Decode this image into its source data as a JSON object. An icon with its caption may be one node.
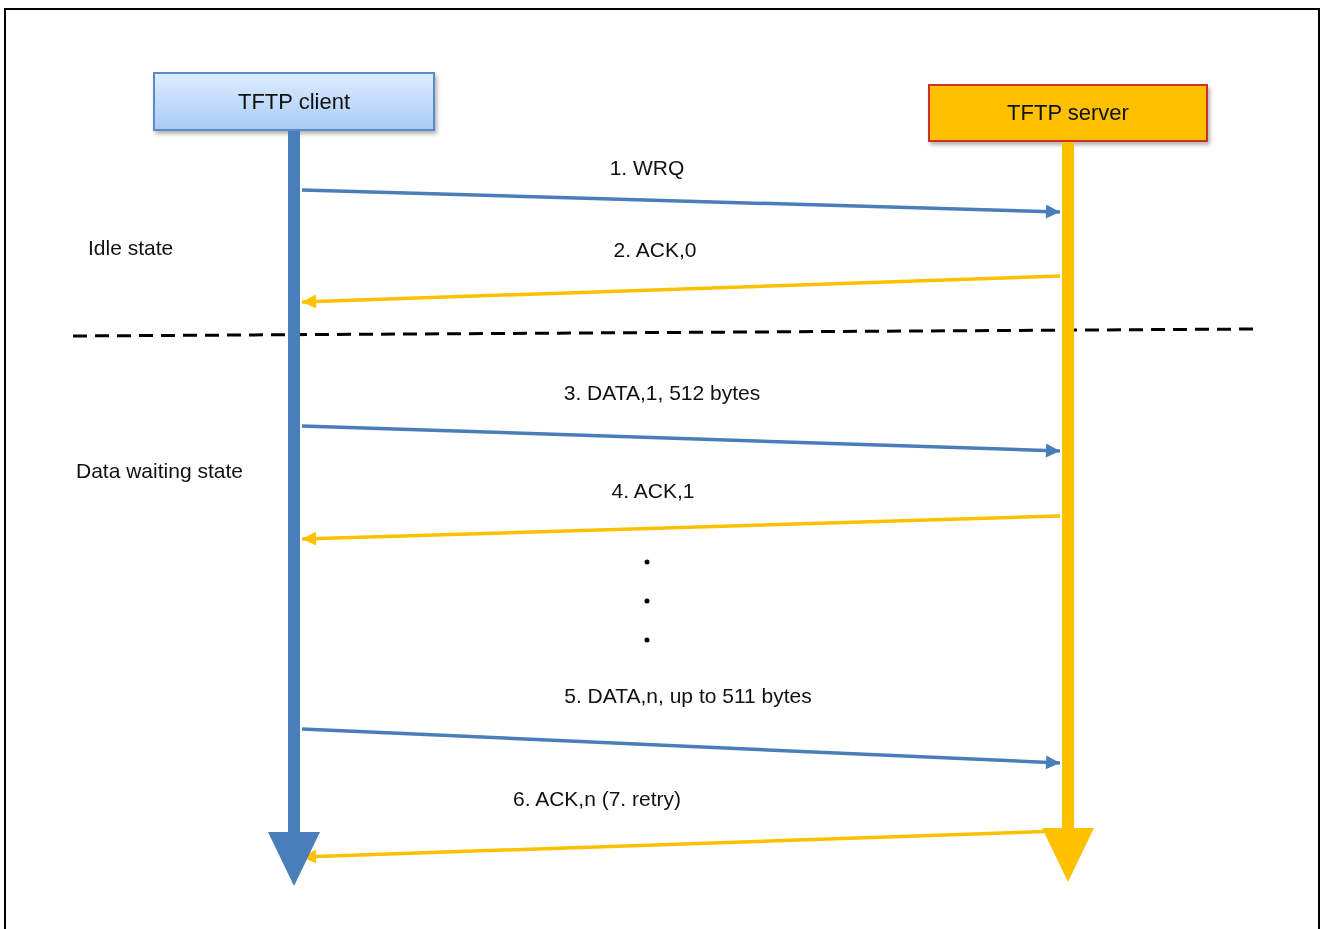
{
  "diagram": {
    "nodes": [
      {
        "text": [
          "TFTP client"
        ]
      },
      {
        "text": [
          "TFTP server"
        ]
      }
    ],
    "edges": [
      {
        "from": 0,
        "to": 1,
        "arrow": "to",
        "label": "1. WRQ",
        "color": "#4a7ebb"
      },
      {
        "from": 1,
        "to": 0,
        "arrow": "to",
        "label": "2. ACK,0",
        "color": "#ffc000"
      },
      {
        "from": 0,
        "to": 1,
        "arrow": "to",
        "label": "3. DATA,1, 512 bytes",
        "color": "#4a7ebb"
      },
      {
        "from": 1,
        "to": 0,
        "arrow": "to",
        "label": "4. ACK,1",
        "color": "#ffc000"
      },
      {
        "from": 0,
        "to": 1,
        "arrow": "to",
        "label": "5. DATA,n, up to 511 bytes",
        "color": "#4a7ebb"
      },
      {
        "from": 1,
        "to": 0,
        "arrow": "to",
        "label": "6. ACK,n (7. retry)",
        "color": "#ffc000"
      }
    ],
    "labels": [
      "Idle state",
      "Data waiting state"
    ]
  }
}
